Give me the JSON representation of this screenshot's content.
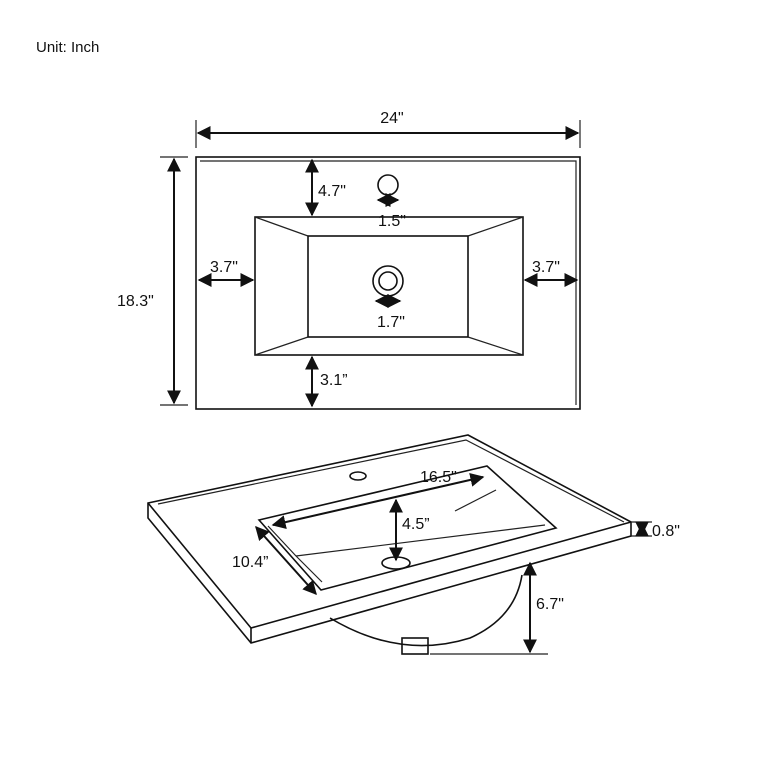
{
  "unit_label": "Unit: Inch",
  "top_view": {
    "width": "24\"",
    "height": "18.3\"",
    "top_margin": "4.7\"",
    "faucet_hole": "1.5\"",
    "left_margin": "3.7\"",
    "right_margin": "3.7\"",
    "drain_hole": "1.7\"",
    "bottom_margin": "3.1”"
  },
  "iso_view": {
    "bowl_length": "16.5\"",
    "bowl_depth_top": "4.5”",
    "bowl_width": "10.4”",
    "rim_thickness": "0.8\"",
    "basin_depth": "6.7\""
  }
}
